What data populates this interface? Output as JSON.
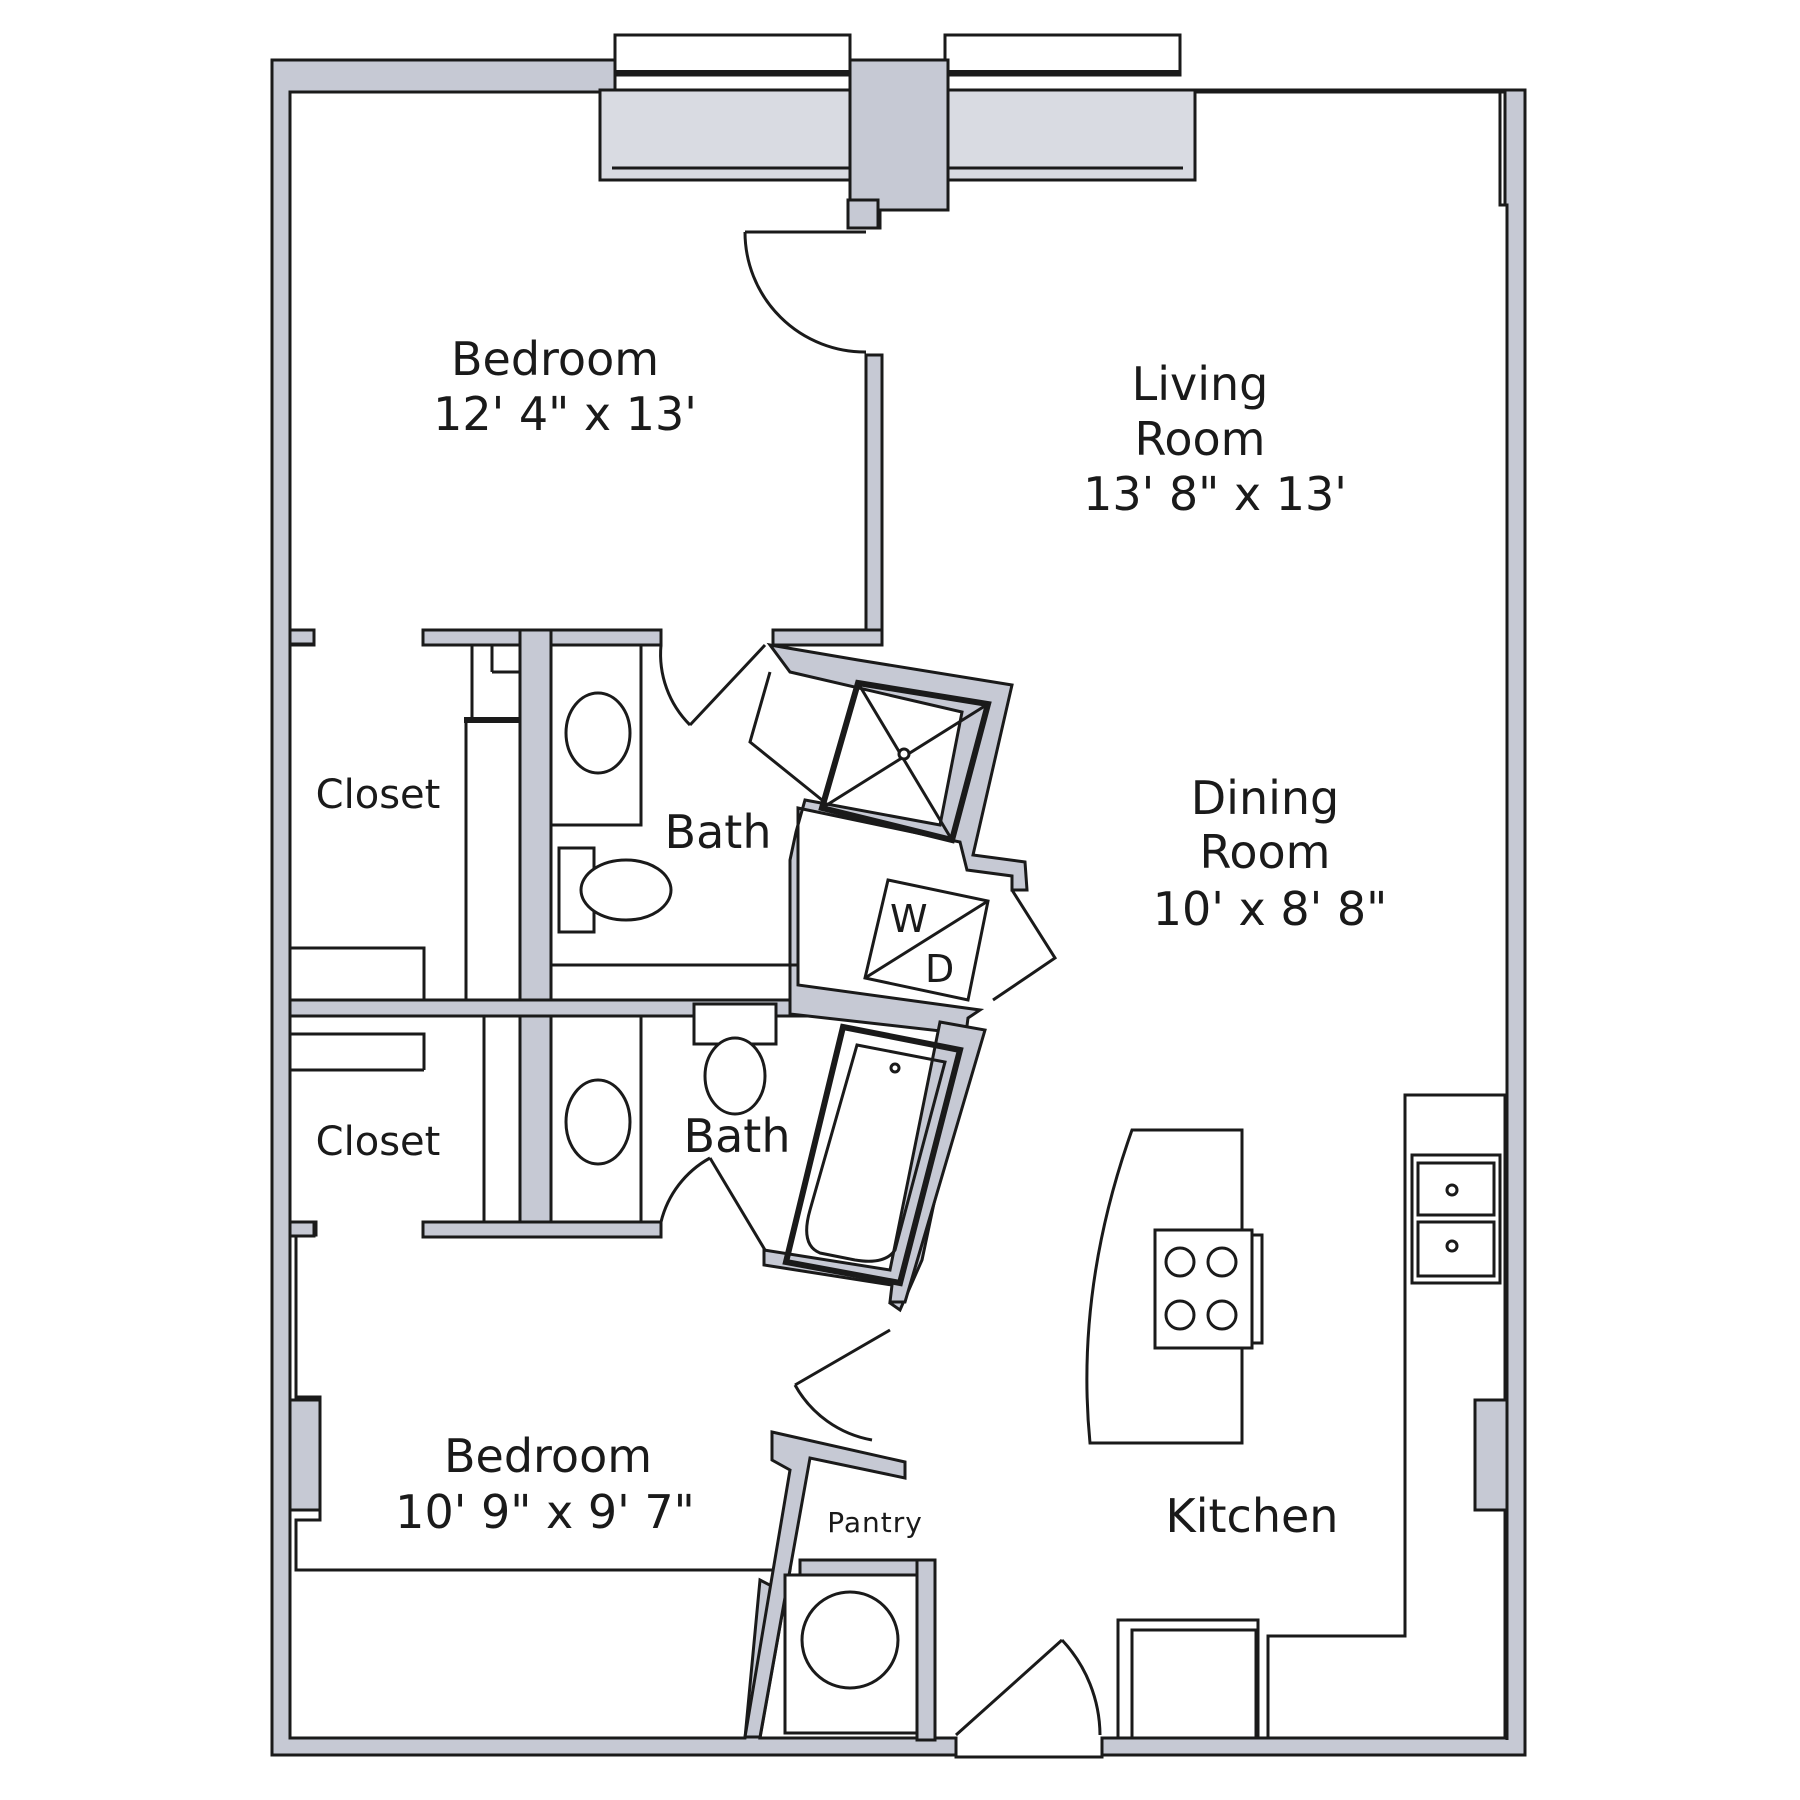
{
  "rooms": {
    "bedroom_1": {
      "name": "Bedroom",
      "size": "12' 4\" x 13'"
    },
    "living": {
      "name_line1": "Living",
      "name_line2": "Room",
      "size": "13' 8\" x 13'"
    },
    "dining": {
      "name_line1": "Dining",
      "name_line2": "Room",
      "size": "10' x 8' 8\""
    },
    "closet_1": {
      "name": "Closet"
    },
    "closet_2": {
      "name": "Closet"
    },
    "bath_1": {
      "name": "Bath"
    },
    "bath_2": {
      "name": "Bath"
    },
    "bedroom_2": {
      "name": "Bedroom",
      "size": "10' 9\" x 9' 7\""
    },
    "pantry": {
      "name": "Pantry"
    },
    "kitchen": {
      "name": "Kitchen"
    }
  },
  "appliances": {
    "washer_label": "W",
    "dryer_label": "D"
  },
  "colors": {
    "wall_fill": "#c6c9d4",
    "line": "#1a1a1a",
    "background": "#ffffff"
  }
}
